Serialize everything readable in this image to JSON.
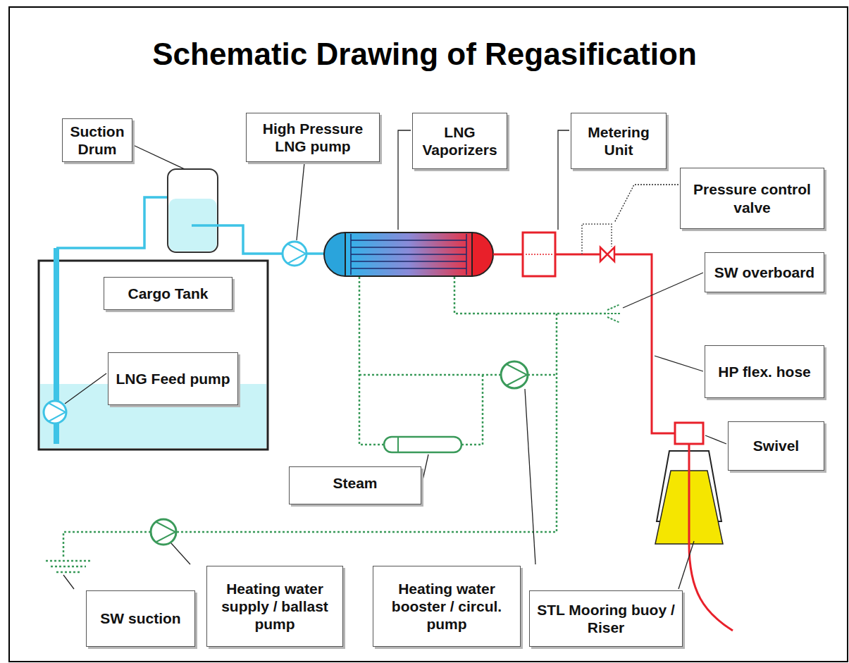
{
  "diagram": {
    "title": "Schematic Drawing of Regasification",
    "nodes": [
      {
        "text": [
          "Suction Drum"
        ]
      },
      {
        "text": [
          "High Pressure LNG pump"
        ]
      },
      {
        "text": [
          "LNG Vaporizers"
        ]
      },
      {
        "text": [
          "Metering Unit"
        ]
      },
      {
        "text": [
          "Pressure control valve"
        ]
      },
      {
        "text": [
          "Cargo Tank"
        ]
      },
      {
        "text": [
          "SW overboard"
        ]
      },
      {
        "text": [
          "LNG Feed pump"
        ]
      },
      {
        "text": [
          "HP flex. hose"
        ]
      },
      {
        "text": [
          "Swivel"
        ]
      },
      {
        "text": [
          "Steam"
        ]
      },
      {
        "text": [
          "SW suction"
        ]
      },
      {
        "text": [
          "Heating water supply / ballast pump"
        ]
      },
      {
        "text": [
          "Heating water booster / circul. pump"
        ]
      },
      {
        "text": [
          "STL Mooring buoy / Riser"
        ]
      }
    ]
  }
}
